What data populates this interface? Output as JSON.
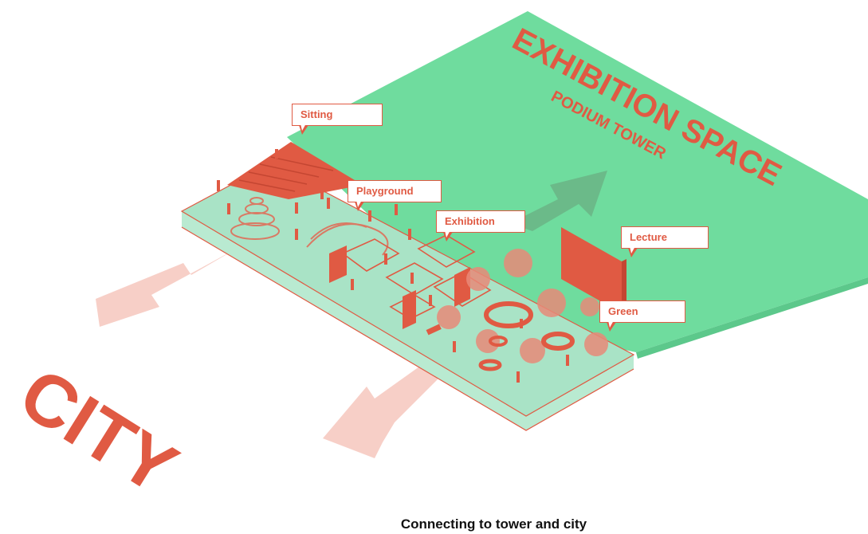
{
  "title": "EXHIBITION SPACE",
  "subtitle": "PODIUM TOWER",
  "city_label": "CITY",
  "caption": "Connecting to tower and city",
  "callouts": {
    "sitting": "Sitting",
    "playground": "Playground",
    "exhibition": "Exhibition",
    "lecture": "Lecture",
    "green": "Green"
  },
  "colors": {
    "tower_green": "#6fdc9e",
    "podium_mint": "#a9e3c6",
    "accent_red": "#e05a43",
    "arrow_pink": "#f6c7bd",
    "arrow_green": "#6aaf82"
  }
}
